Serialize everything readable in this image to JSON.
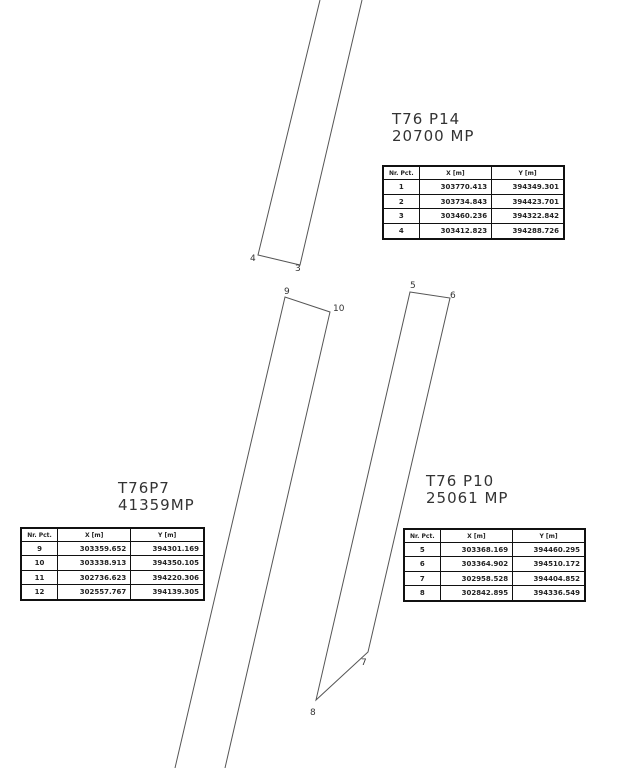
{
  "parcels": [
    {
      "name": "T76 P14",
      "area": "20700 MP",
      "headers": {
        "nr": "Nr. Pct.",
        "x": "X [m]",
        "y": "Y [m]"
      },
      "rows": [
        [
          "1",
          "303770.413",
          "394349.301"
        ],
        [
          "2",
          "303734.843",
          "394423.701"
        ],
        [
          "3",
          "303460.236",
          "394322.842"
        ],
        [
          "4",
          "303412.823",
          "394288.726"
        ]
      ]
    },
    {
      "name": "T76P7",
      "area": "41359MP",
      "headers": {
        "nr": "Nr. Pct.",
        "x": "X [m]",
        "y": "Y [m]"
      },
      "rows": [
        [
          "9",
          "303359.652",
          "394301.169"
        ],
        [
          "10",
          "303338.913",
          "394350.105"
        ],
        [
          "11",
          "302736.623",
          "394220.306"
        ],
        [
          "12",
          "302557.767",
          "394139.305"
        ]
      ]
    },
    {
      "name": "T76 P10",
      "area": "25061 MP",
      "headers": {
        "nr": "Nr. Pct.",
        "x": "X [m]",
        "y": "Y [m]"
      },
      "rows": [
        [
          "5",
          "303368.169",
          "394460.295"
        ],
        [
          "6",
          "303364.902",
          "394510.172"
        ],
        [
          "7",
          "302958.528",
          "394404.852"
        ],
        [
          "8",
          "302842.895",
          "394336.549"
        ]
      ]
    }
  ],
  "points": [
    "3",
    "4",
    "5",
    "6",
    "7",
    "8",
    "9",
    "10"
  ]
}
